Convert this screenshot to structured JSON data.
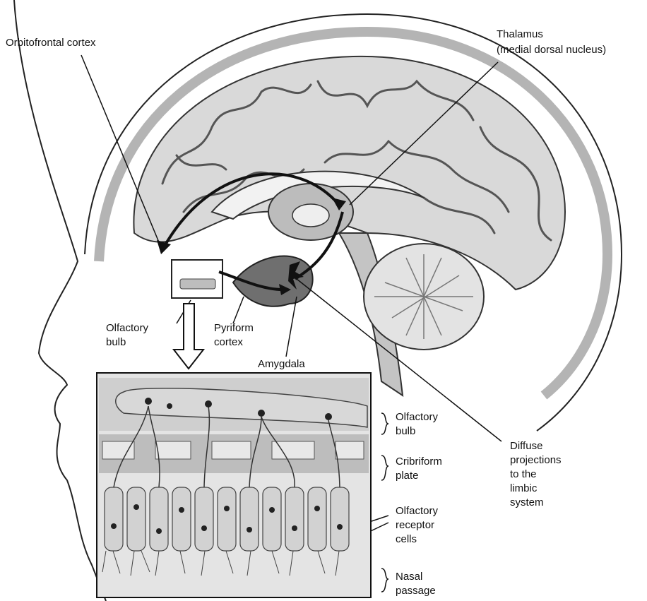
{
  "labels": {
    "orbitofrontal": "Orbitofrontal cortex",
    "thalamus_1": "Thalamus",
    "thalamus_2": "(medial dorsal nucleus)",
    "olfactory_bulb_1": "Olfactory",
    "olfactory_bulb_2": "bulb",
    "pyriform_1": "Pyriform",
    "pyriform_2": "cortex",
    "amygdala": "Amygdala",
    "inset_bulb_1": "Olfactory",
    "inset_bulb_2": "bulb",
    "cribriform_1": "Cribriform",
    "cribriform_2": "plate",
    "receptor_1": "Olfactory",
    "receptor_2": "receptor",
    "receptor_3": "cells",
    "nasal_1": "Nasal",
    "nasal_2": "passage",
    "diffuse_1": "Diffuse",
    "diffuse_2": "projections",
    "diffuse_3": "to the",
    "diffuse_4": "limbic",
    "diffuse_5": "system"
  },
  "colors": {
    "ink": "#111111",
    "brain": "#d9d9d9",
    "skull": "#c8c8c8",
    "dark": "#555555",
    "inset_bg": "#e4e4e4"
  }
}
